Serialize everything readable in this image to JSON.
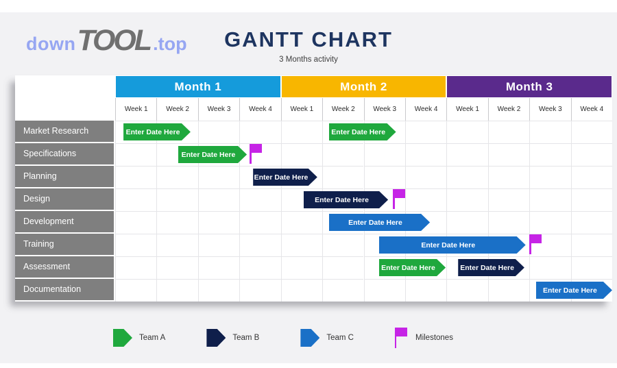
{
  "page": {
    "background": "#F2F2F4",
    "canvas": "#FFFFFF"
  },
  "logo": {
    "part1": "down",
    "part2": "TOOL",
    "part3": ".top",
    "accent_color": "#96A6F2",
    "main_color": "#707070"
  },
  "header": {
    "title": "GANTT CHART",
    "subtitle": "3 Months activity",
    "title_color": "#1E3560"
  },
  "chart_data": {
    "type": "gantt",
    "title": "GANTT CHART",
    "subtitle": "3 Months activity",
    "months": [
      {
        "label": "Month 1",
        "color": "#159BDB"
      },
      {
        "label": "Month 2",
        "color": "#F8B600"
      },
      {
        "label": "Month 3",
        "color": "#5A2A8C"
      }
    ],
    "weeks_per_month": 4,
    "week_labels": [
      "Week 1",
      "Week 2",
      "Week 3",
      "Week 4",
      "Week 1",
      "Week 2",
      "Week 3",
      "Week 4",
      "Week 1",
      "Week 2",
      "Week 3",
      "Week 4"
    ],
    "rows": [
      "Market Research",
      "Specifications",
      "Planning",
      "Design",
      "Development",
      "Training",
      "Assessment",
      "Documentation"
    ],
    "row_label_bg": "#7F7F7F",
    "bar_label": "Enter Date Here",
    "teams": {
      "A": "#1FA83D",
      "B": "#0F1F4B",
      "C": "#1A70C7"
    },
    "milestone_color": "#C624E6",
    "axis_unit": "weeks (0-12 across 3 months)",
    "tasks": [
      {
        "row": 0,
        "team": "A",
        "start": 0.2,
        "end": 1.82
      },
      {
        "row": 0,
        "team": "A",
        "start": 5.16,
        "end": 6.78
      },
      {
        "row": 1,
        "team": "A",
        "start": 1.52,
        "end": 3.18,
        "milestone_at": 3.25
      },
      {
        "row": 2,
        "team": "B",
        "start": 3.33,
        "end": 4.88
      },
      {
        "row": 3,
        "team": "B",
        "start": 4.55,
        "end": 6.59,
        "milestone_at": 6.7
      },
      {
        "row": 4,
        "team": "C",
        "start": 5.16,
        "end": 7.6
      },
      {
        "row": 5,
        "team": "C",
        "start": 6.37,
        "end": 9.91,
        "milestone_at": 10.0
      },
      {
        "row": 6,
        "team": "A",
        "start": 6.37,
        "end": 7.98
      },
      {
        "row": 6,
        "team": "B",
        "start": 8.28,
        "end": 9.88
      },
      {
        "row": 7,
        "team": "C",
        "start": 10.16,
        "end": 12.0
      }
    ]
  },
  "legend": [
    {
      "label": "Team A",
      "type": "arrow",
      "color": "#1FA83D"
    },
    {
      "label": "Team B",
      "type": "arrow",
      "color": "#0F1F4B"
    },
    {
      "label": "Team C",
      "type": "arrow",
      "color": "#1A70C7"
    },
    {
      "label": "Milestones",
      "type": "flag",
      "color": "#C624E6"
    }
  ]
}
